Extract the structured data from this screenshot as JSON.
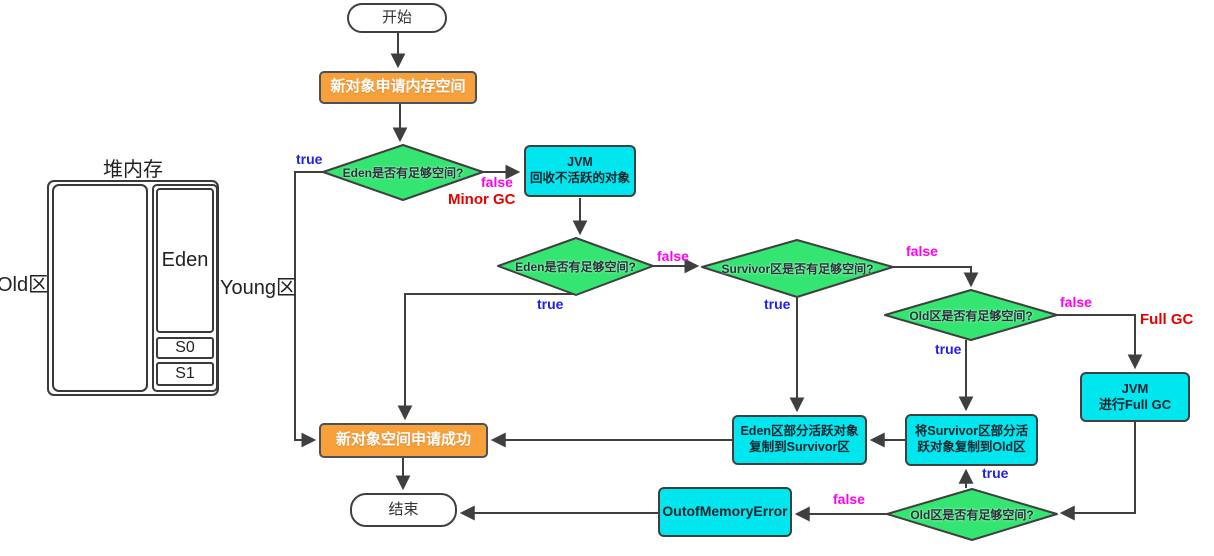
{
  "heap": {
    "title": "堆内存",
    "old_label": "Old区",
    "young_label": "Young区",
    "eden_label": "Eden",
    "s0_label": "S0",
    "s1_label": "S1"
  },
  "nodes": {
    "start": "开始",
    "alloc_request": "新对象申请内存空间",
    "decision_eden_1": "Eden是否有足够空间?",
    "jvm_reclaim_line1": "JVM",
    "jvm_reclaim_line2": "回收不活跃的对象",
    "decision_eden_2": "Eden是否有足够空间?",
    "decision_survivor": "Survivor区是否有足够空间?",
    "decision_old_1": "Old区是否有足够空间?",
    "jvm_fullgc_line1": "JVM",
    "jvm_fullgc_line2": "进行Full GC",
    "alloc_success": "新对象空间申请成功",
    "eden_copy_line1": "Eden区部分活跃对象",
    "eden_copy_line2": "复制到Survivor区",
    "survivor_copy_line1": "将Survivor区部分活",
    "survivor_copy_line2": "跃对象复制到Old区",
    "decision_old_2": "Old区是否有足够空间?",
    "oom": "OutofMemoryError",
    "end": "结束"
  },
  "edge_labels": {
    "true_1": "true",
    "false_1": "false",
    "minor_gc": "Minor GC",
    "true_2": "true",
    "false_2": "false",
    "true_3": "true",
    "false_3": "false",
    "true_4": "true",
    "false_4": "false",
    "full_gc": "Full GC",
    "true_5": "true",
    "false_5": "false"
  },
  "colors": {
    "diamond_fill": "#35e572",
    "cyan_fill": "#00e6ee",
    "orange_fill": "#f8a13b",
    "line": "#3f3f3f",
    "true_label": "#1f1fe8",
    "false_label": "#ff00f0",
    "gc_label": "#e60000"
  }
}
